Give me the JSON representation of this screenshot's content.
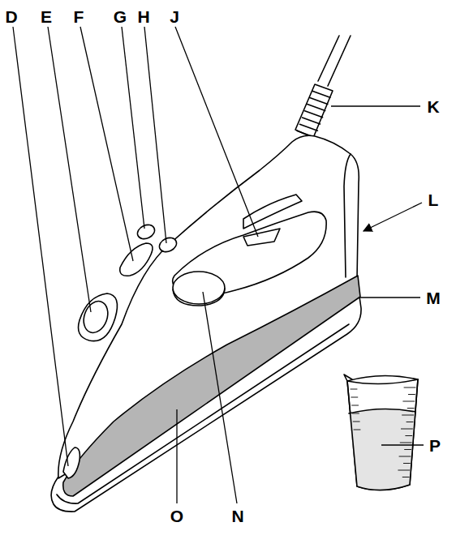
{
  "diagram": {
    "labels": [
      "D",
      "E",
      "F",
      "G",
      "H",
      "J",
      "K",
      "L",
      "M",
      "N",
      "O",
      "P"
    ]
  }
}
